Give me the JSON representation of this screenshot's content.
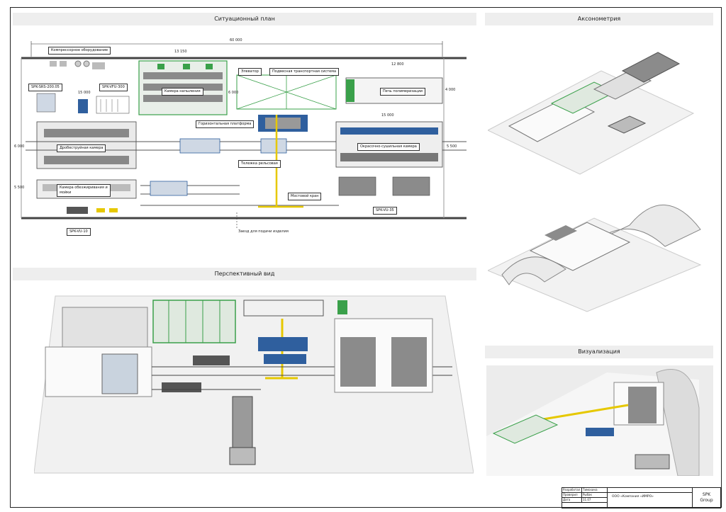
{
  "titles": {
    "site_plan": "Ситуационный план",
    "axonometry": "Аксонометрия",
    "perspective": "Перспективный вид",
    "visualization": "Визуализация"
  },
  "dimensions": {
    "overall": "60 000",
    "spray_booth": "13 150",
    "oven_width": "12 800",
    "oven_depth": "4 000",
    "spray_booth_depth": "6 000",
    "blast_width": "15 000",
    "blast_depth": "6 000",
    "wash_depth": "5 500",
    "paint_width": "15 000",
    "paint_depth": "5 500"
  },
  "labels": {
    "compressor": "Компрессорное оборудование",
    "srs": "SPK-SRS-200.05",
    "vfu": "SPK-VFU-300",
    "spray_booth": "Камера напыления",
    "elevator": "Элеватор",
    "conveyor": "Подвесная транспортная система",
    "oven": "Печь полимеризации",
    "platform": "Горизонтальная платформа",
    "blast": "Дробеструйная камера",
    "paint": "Окрасочно-сушильная камера",
    "trolley": "Тележка рельсовая",
    "wash": "Камера обезжиривания и мойки",
    "crane": "Мостовой кран",
    "vu35": "SPK-VU-35",
    "vu10": "SPK-VU-10",
    "entry": "Заезд для подачи изделия"
  },
  "title_block": {
    "row1_label": "Разработал",
    "row1_name": "Тимохина",
    "row2_label": "Проверил",
    "row2_name": "Рыбак",
    "row3_label": "Дата",
    "row3_value": "11.07",
    "company": "ООО «Компания «ИМРО»",
    "brand_line1": "SPK",
    "brand_line2": "Group"
  },
  "colors": {
    "green": "#3aa04a",
    "blue": "#2f5f9e",
    "yellow": "#e6c800",
    "gray": "#9a9a9a"
  }
}
